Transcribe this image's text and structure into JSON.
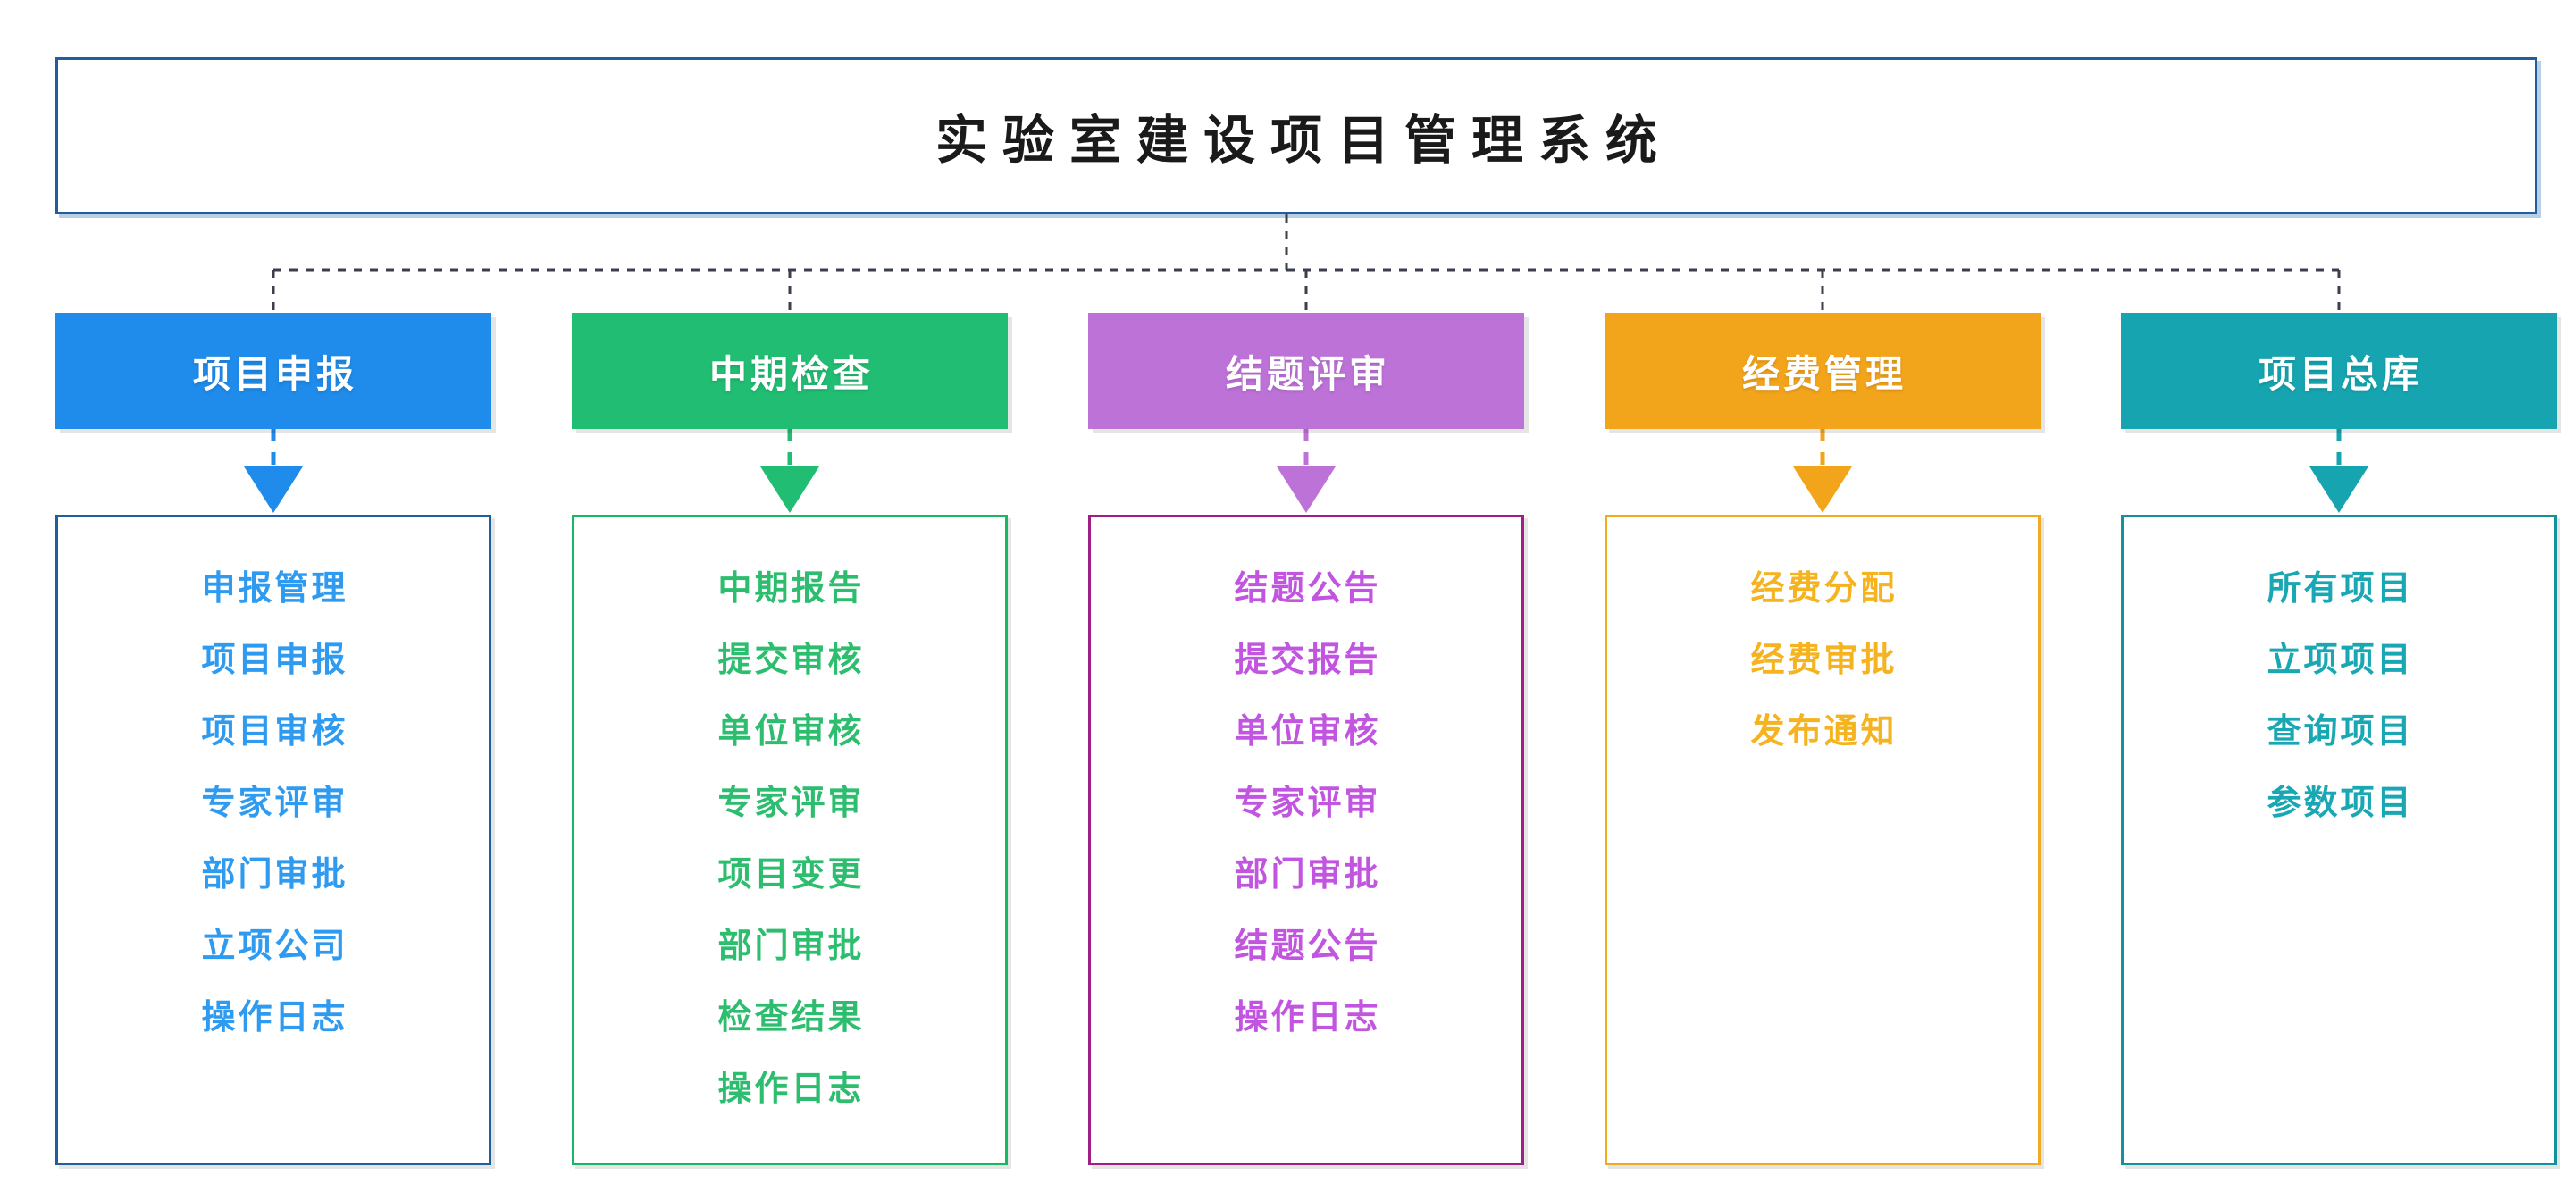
{
  "diagram": {
    "title": "实验室建设项目管理系统",
    "title_border_color": "#1f5fa0",
    "connector_color": "#3a3f4b",
    "connector_style": "dashed",
    "columns": [
      {
        "id": "project-declaration",
        "header_label": "项目申报",
        "header_bg": "#1f8bea",
        "arrow_color": "#1f8bea",
        "box_border": "#1f5fa0",
        "text_color": "#2f9bf0",
        "items": [
          "申报管理",
          "项目申报",
          "项目审核",
          "专家评审",
          "部门审批",
          "立项公司",
          "操作日志"
        ]
      },
      {
        "id": "midterm-inspection",
        "header_label": "中期检查",
        "header_bg": "#21bd72",
        "arrow_color": "#21bd72",
        "box_border": "#17b861",
        "text_color": "#2dbd6e",
        "items": [
          "中期报告",
          "提交审核",
          "单位审核",
          "专家评审",
          "项目变更",
          "部门审批",
          "检查结果",
          "操作日志"
        ]
      },
      {
        "id": "conclusion-review",
        "header_label": "结题评审",
        "header_bg": "#bd72d8",
        "arrow_color": "#bd72d8",
        "box_border": "#a01f86",
        "text_color": "#c155e0",
        "items": [
          "结题公告",
          "提交报告",
          "单位审核",
          "专家评审",
          "部门审批",
          "结题公告",
          "操作日志"
        ]
      },
      {
        "id": "fund-management",
        "header_label": "经费管理",
        "header_bg": "#f2a41b",
        "arrow_color": "#f2a41b",
        "box_border": "#f0ab22",
        "text_color": "#f5b320",
        "items": [
          "经费分配",
          "经费审批",
          "发布通知"
        ]
      },
      {
        "id": "project-repository",
        "header_label": "项目总库",
        "header_bg": "#16a5b0",
        "arrow_color": "#16a5b0",
        "box_border": "#12929c",
        "text_color": "#19a7b4",
        "items": [
          "所有项目",
          "立项项目",
          "查询项目",
          "参数项目"
        ]
      }
    ]
  }
}
